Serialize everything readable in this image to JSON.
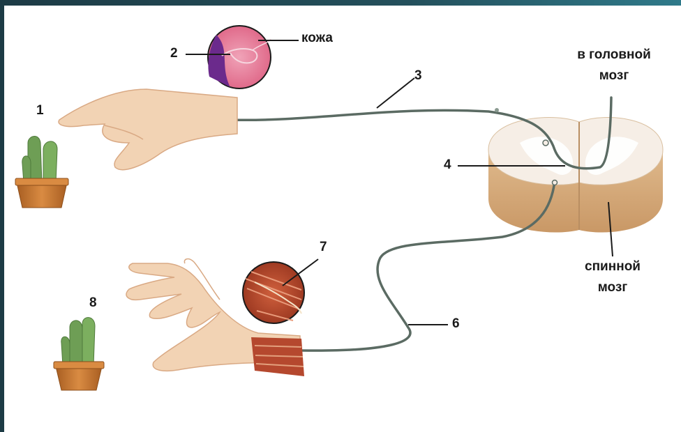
{
  "colors": {
    "frame_dark": "#1d3b45",
    "frame_accent": "#2f7a8a",
    "skin": "#f2d3b4",
    "skin_shadow": "#d9a984",
    "nerve": "#5b6b63",
    "cactus": "#6e9e55",
    "pot": "#c97b35",
    "skin_circle": "#e06a8a",
    "skin_circle_edge": "#6b2a8c",
    "muscle": "#b5482e",
    "cord_white": "#f3ece6",
    "cord_grey": "#e0cdb5"
  },
  "labels": {
    "n1": "1",
    "n2": "2",
    "n3": "3",
    "n4": "4",
    "n6": "6",
    "n7": "7",
    "n8": "8",
    "skin": "кожа",
    "brain_line1": "в головной",
    "brain_line2": "мозг",
    "cord_line1": "спинной",
    "cord_line2": "мозг"
  }
}
